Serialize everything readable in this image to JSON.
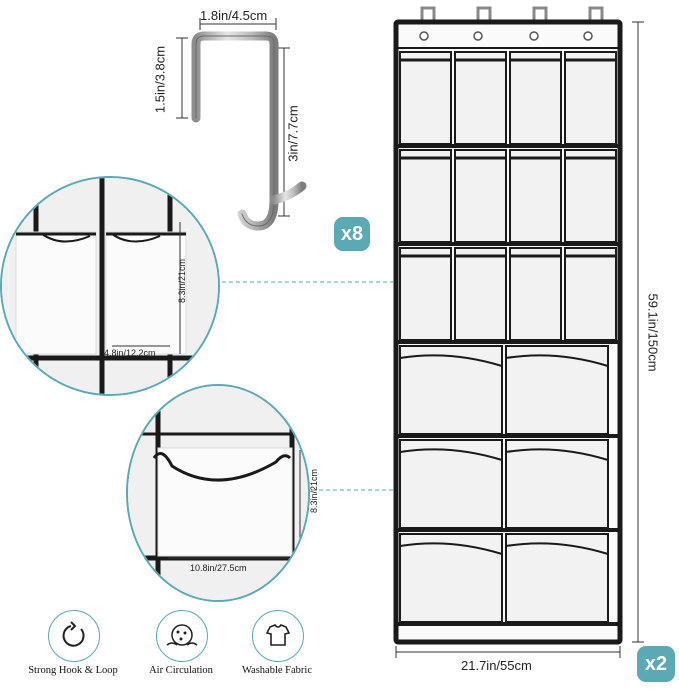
{
  "hook": {
    "width_label": "1.8in/4.5cm",
    "depth_label": "1.5in/3.8cm",
    "height_label": "3in/7.7cm",
    "quantity_badge": "x8"
  },
  "organizer": {
    "height_label": "59.1in/150cm",
    "width_label": "21.7in/55cm",
    "quantity_badge": "x2"
  },
  "detail_small_pocket": {
    "height_label": "8.3in/21cm",
    "width_label": "4.8in/12.2cm"
  },
  "detail_large_pocket": {
    "height_label": "8.3in/21cm",
    "width_label": "10.8in/27.5cm"
  },
  "features": [
    {
      "label": "Strong Hook & Loop",
      "icon": "rotate-arrow-icon"
    },
    {
      "label": "Air Circulation",
      "icon": "air-flow-icon"
    },
    {
      "label": "Washable Fabric",
      "icon": "shirt-wash-icon"
    }
  ],
  "colors": {
    "accent": "#5aa9b5",
    "frame": "#1a1a1a",
    "pocket": "#f2f2f2"
  }
}
